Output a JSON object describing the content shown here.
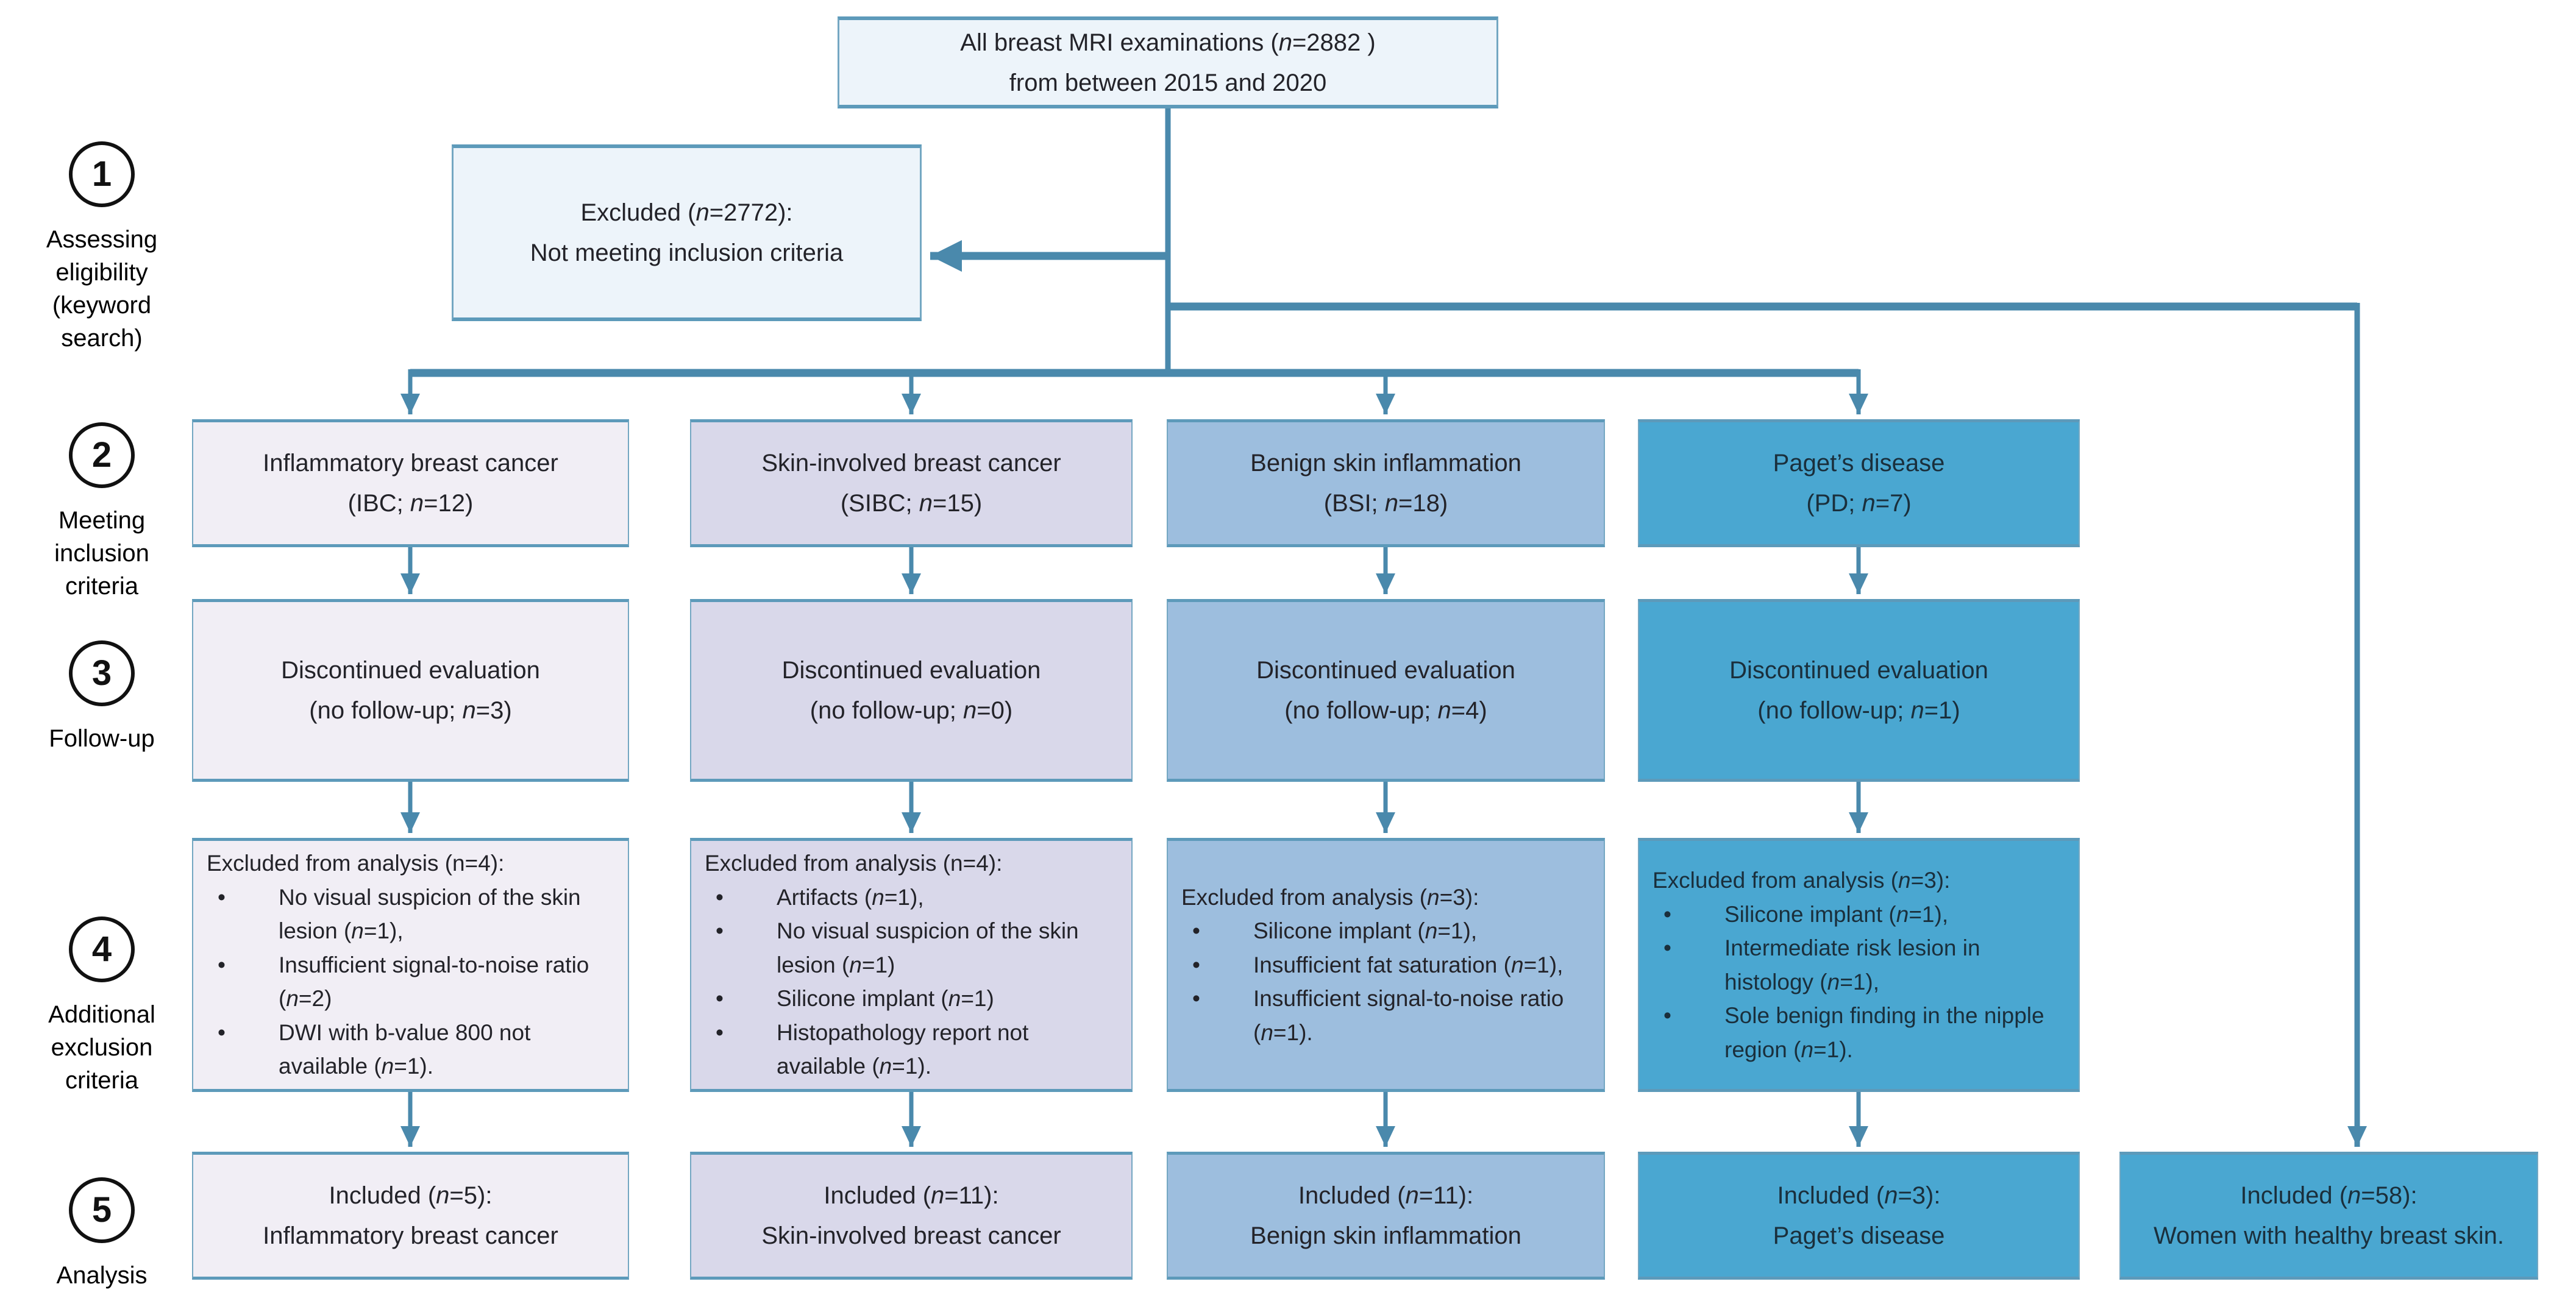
{
  "title": "Patient selection flow diagram",
  "colors": {
    "arrow": "#4a89ac",
    "box_border_side": "#74a7c2",
    "box_border_cap": "#5d9aba",
    "light_box_fill": "#edf4fa",
    "column_fills": [
      "#f1eef5",
      "#d9d8ea",
      "#9dbede",
      "#4aa7d1"
    ],
    "text": "#232329"
  },
  "steps": [
    {
      "num": "1",
      "lines": [
        "Assessing eligibility",
        "(keyword search)"
      ]
    },
    {
      "num": "2",
      "lines": [
        "Meeting",
        "inclusion",
        "criteria"
      ]
    },
    {
      "num": "3",
      "lines": [
        "Follow-up"
      ]
    },
    {
      "num": "4",
      "lines": [
        "Additional",
        "exclusion",
        "criteria"
      ]
    },
    {
      "num": "5",
      "lines": [
        "Analysis"
      ]
    }
  ],
  "top_box": {
    "lines": [
      "All breast MRI examinations (<i>n</i>=2882 )",
      "from between 2015 and 2020"
    ]
  },
  "excluded_box": {
    "lines": [
      "Excluded (<i>n</i>=2772):",
      "Not meeting inclusion criteria"
    ]
  },
  "columns": [
    {
      "name": "Inflammatory breast cancer",
      "fill": "#f1eef5",
      "inclusion_lines": [
        "Inflammatory breast cancer",
        "(IBC; <i>n</i>=12)"
      ],
      "followup_lines": [
        "Discontinued evaluation",
        "(no follow-up; <i>n</i>=3)"
      ],
      "exclusion_header": "Excluded from analysis (n=4):",
      "exclusion_items": [
        "No visual suspicion of the skin lesion (<i>n</i>=1),",
        "Insufficient signal-to-noise ratio  (<i>n</i>=2)",
        "DWI with b-value 800 not available (<i>n</i>=1)."
      ],
      "included_lines": [
        "Included (<i>n</i>=5):",
        "Inflammatory breast cancer"
      ]
    },
    {
      "name": "Skin-involved breast cancer",
      "fill": "#d9d8ea",
      "inclusion_lines": [
        "Skin-involved breast cancer",
        "(SIBC; <i>n</i>=15)"
      ],
      "followup_lines": [
        "Discontinued evaluation",
        "(no follow-up; <i>n</i>=0)"
      ],
      "exclusion_header": "Excluded from analysis (n=4):",
      "exclusion_items": [
        "Artifacts (<i>n</i>=1),",
        "No visual suspicion of the skin lesion (<i>n</i>=1)",
        "Silicone implant (<i>n</i>=1)",
        "Histopathology report not available (<i>n</i>=1)."
      ],
      "included_lines": [
        "Included (<i>n</i>=11):",
        "Skin-involved breast cancer"
      ]
    },
    {
      "name": "Benign skin inflammation",
      "fill": "#9dbede",
      "inclusion_lines": [
        "Benign skin inflammation",
        "(BSI; <i>n</i>=18)"
      ],
      "followup_lines": [
        "Discontinued evaluation",
        "(no follow-up; <i>n</i>=4)"
      ],
      "exclusion_header": "Excluded from analysis (<i>n</i>=3):",
      "exclusion_items": [
        "Silicone implant (<i>n</i>=1),",
        "Insufficient fat saturation (<i>n</i>=1),",
        "Insufficient signal-to-noise ratio  (<i>n</i>=1)."
      ],
      "included_lines": [
        "Included (<i>n</i>=11):",
        "Benign skin inflammation"
      ]
    },
    {
      "name": "Paget’s disease",
      "fill": "#4aa7d1",
      "inclusion_lines": [
        "Paget’s disease",
        "(PD; <i>n</i>=7)"
      ],
      "followup_lines": [
        "Discontinued evaluation",
        "(no follow-up; <i>n</i>=1)"
      ],
      "exclusion_header": "Excluded from analysis (<i>n</i>=3):",
      "exclusion_items": [
        "Silicone implant (<i>n</i>=1),",
        "Intermediate risk lesion in histology (<i>n</i>=1),",
        "Sole benign finding in the nipple region (<i>n</i>=1)."
      ],
      "included_lines": [
        "Included (<i>n</i>=3):",
        "Paget’s disease"
      ]
    }
  ],
  "healthy_box": {
    "lines": [
      "Included (<i>n</i>=58):",
      "Women with healthy breast skin."
    ]
  }
}
